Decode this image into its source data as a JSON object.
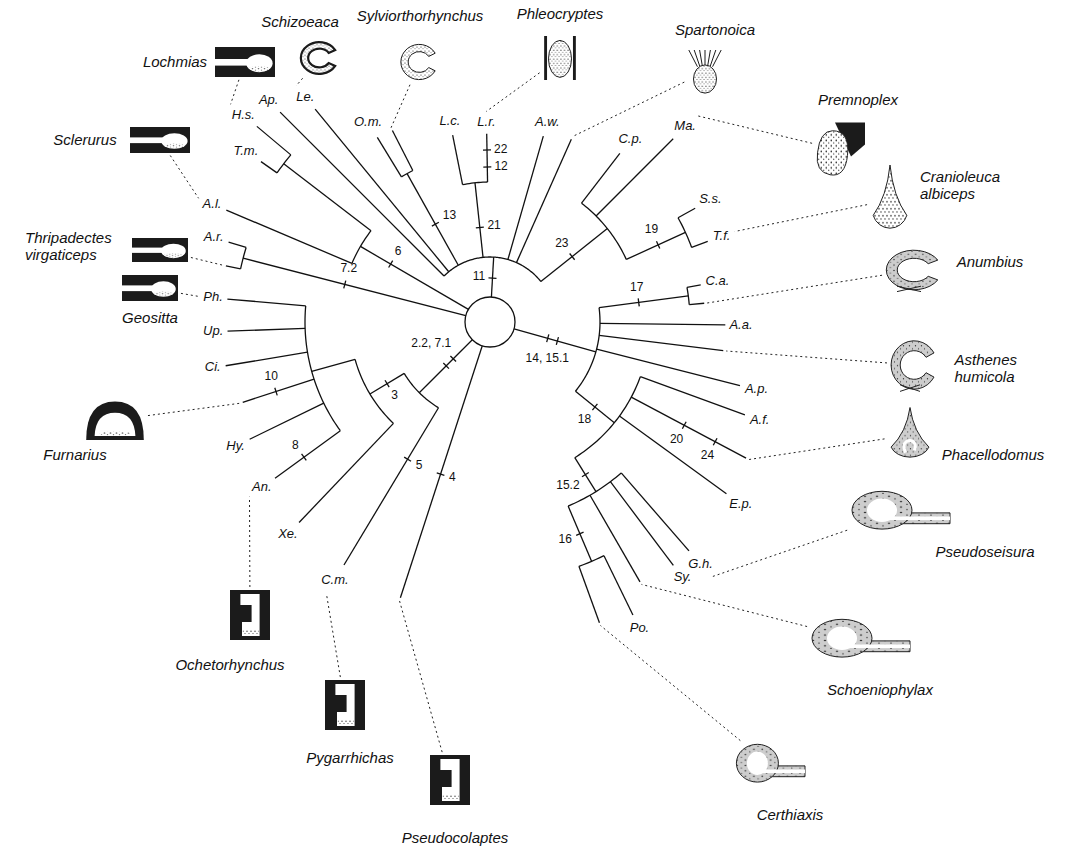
{
  "diagram": {
    "labels": [
      "Lochmias",
      "Schizoeaca",
      "Sylviorthorhynchus",
      "Phleocryptes",
      "Spartonoica",
      "Premnoplex",
      "Cranioleuca albiceps",
      "Sclerurus",
      "Anumbius",
      "Thripadectes virgaticeps",
      "Asthenes humicola",
      "Geositta",
      "Phacellodomus",
      "Furnarius",
      "Pseudoseisura",
      "Ochetorhynchus",
      "Schoeniophylax",
      "Pygarrhichas",
      "Certhiaxis",
      "Pseudocolaptes",
      "H.s.",
      "T.m.",
      "A.l.",
      "A.r.",
      "Ph.",
      "Up.",
      "Ci.",
      "Hy.",
      "An.",
      "Xe.",
      "C.m.",
      "Ap.",
      "Le.",
      "O.m.",
      "L.c.",
      "L.r.",
      "A.w.",
      "C.p.",
      "Ma.",
      "S.s.",
      "T.f.",
      "C.a.",
      "A.a.",
      "A.p.",
      "A.f.",
      "E.p.",
      "G.h.",
      "Sy.",
      "Po.",
      "13",
      "21",
      "22",
      "12",
      "23",
      "11",
      "6",
      "7.2",
      "19",
      "17",
      "14, 15.1",
      "18",
      "20",
      "24",
      "10",
      "2.2, 7.1",
      "8",
      "3",
      "5",
      "4",
      "15.2",
      "16"
    ]
  }
}
